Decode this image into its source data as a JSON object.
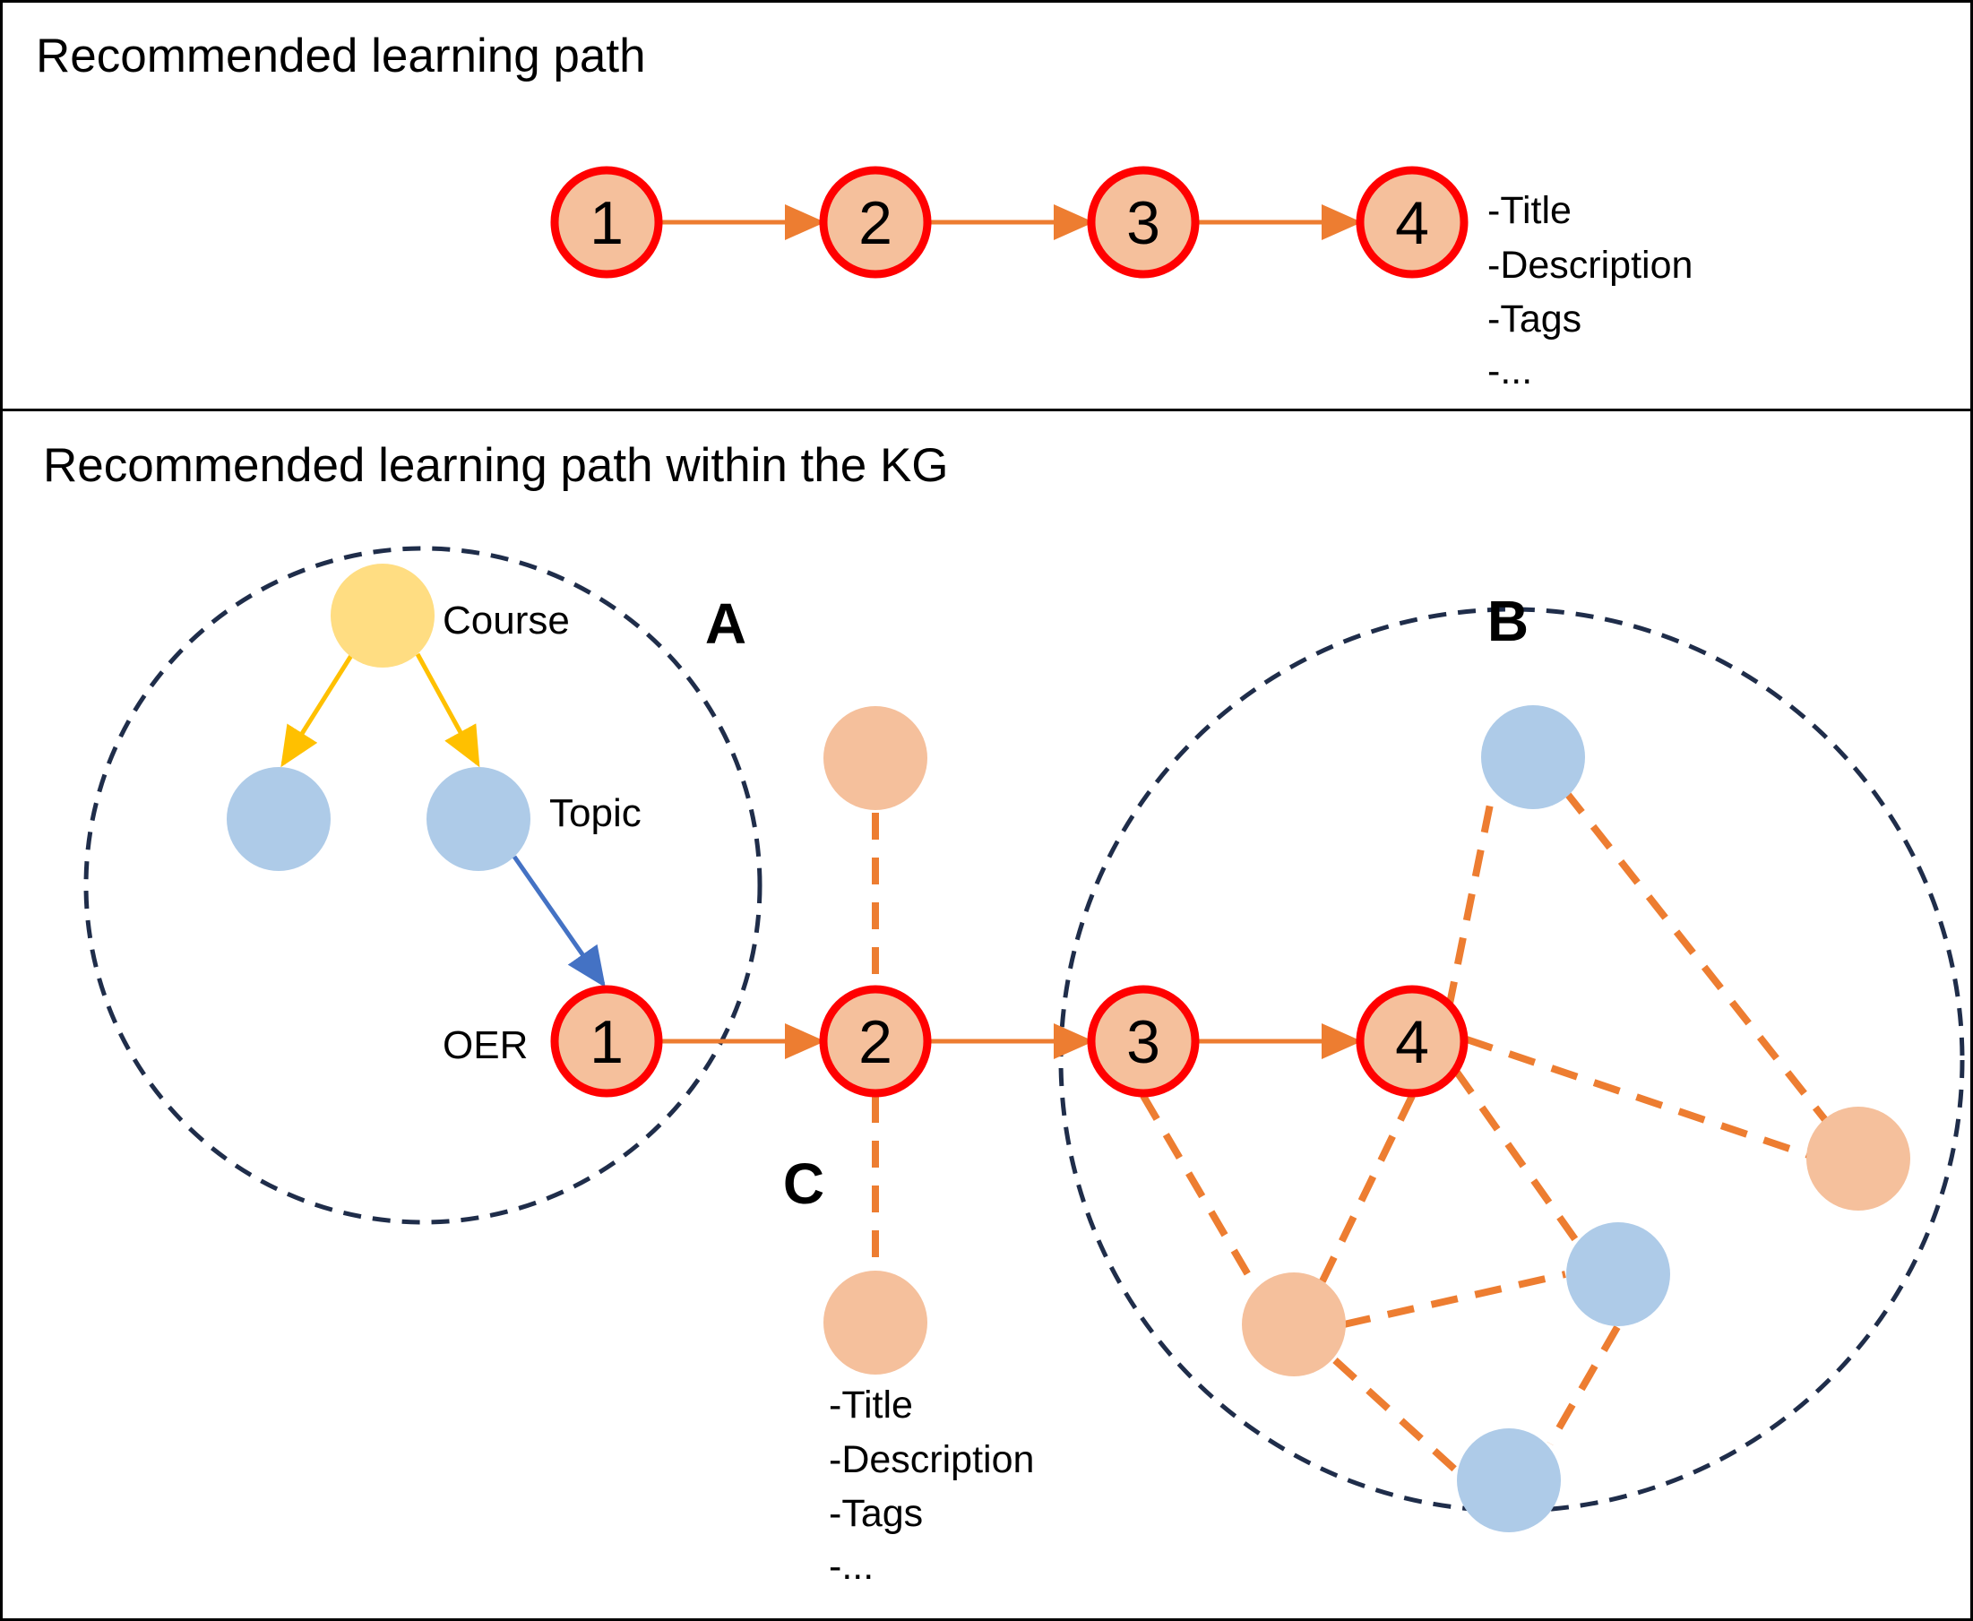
{
  "top_panel": {
    "title": "Recommended learning path",
    "path_nodes": [
      "1",
      "2",
      "3",
      "4"
    ],
    "attributes": [
      "-Title",
      "-Description",
      "-Tags",
      "-..."
    ]
  },
  "bottom_panel": {
    "title": "Recommended learning path within the KG",
    "path_nodes": [
      "1",
      "2",
      "3",
      "4"
    ],
    "node_labels": {
      "course": "Course",
      "topic": "Topic",
      "oer": "OER"
    },
    "regions": [
      "A",
      "B",
      "C"
    ],
    "attributes": [
      "-Title",
      "-Description",
      "-Tags",
      "-..."
    ]
  },
  "colors": {
    "path_node_fill": "#f5c09c",
    "path_node_stroke": "#ff0000",
    "oer_node_fill": "#f5c09c",
    "topic_node_fill": "#aecbe8",
    "course_node_fill": "#ffdd82",
    "path_edge": "#ed7d31",
    "course_edge": "#ffc000",
    "topic_edge": "#4472c4",
    "cluster_outline": "#1f2d4a"
  }
}
